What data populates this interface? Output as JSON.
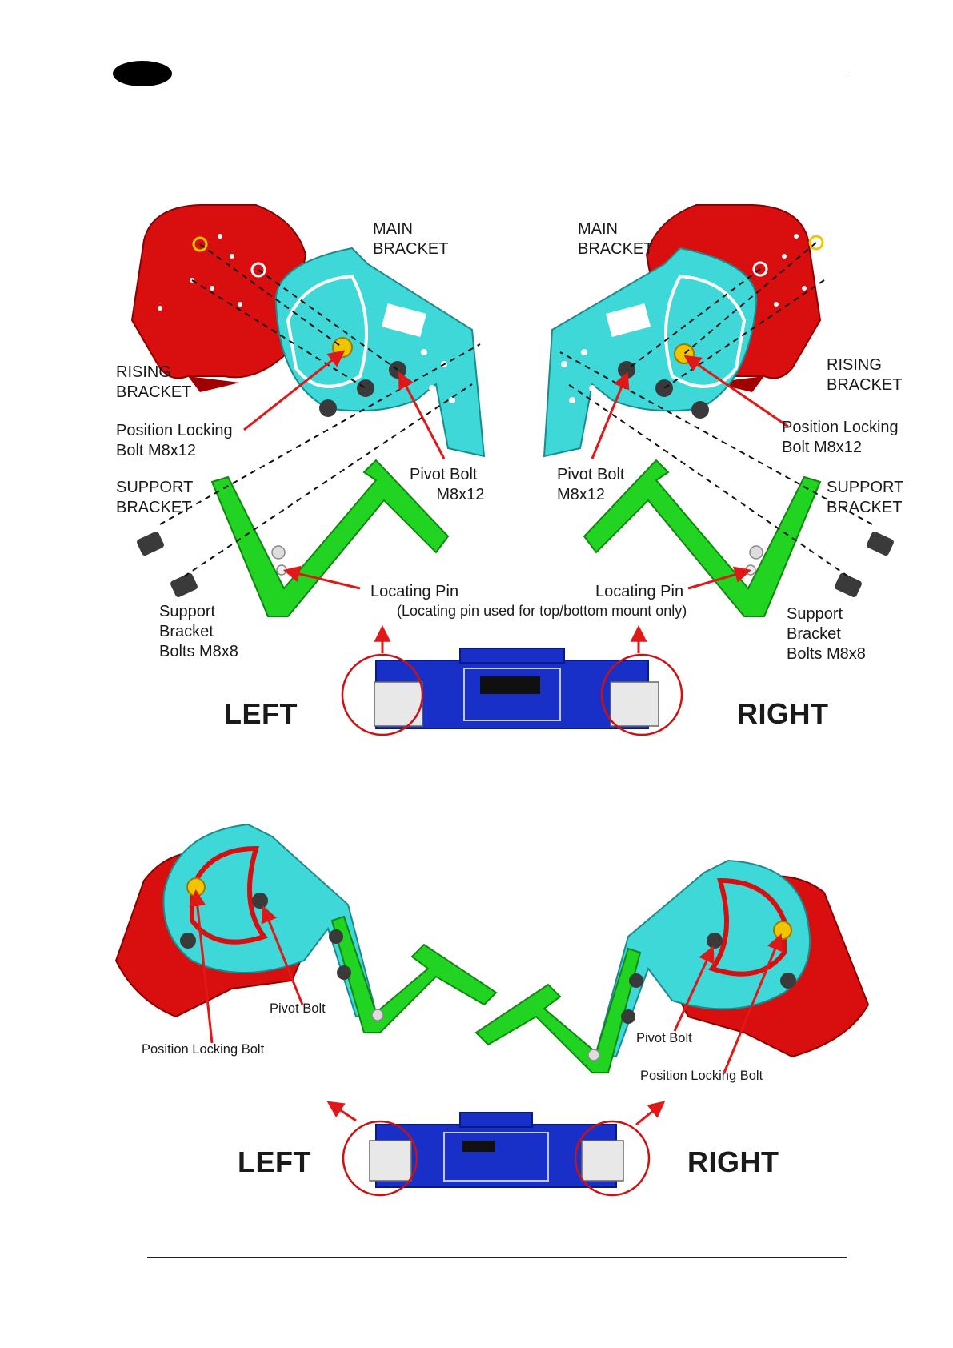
{
  "colors": {
    "rising_bracket": "#d90f0f",
    "main_bracket": "#3fd8d8",
    "support_bracket": "#22d422",
    "scanner_body": "#1830c8",
    "bolt": "#3a3a3a",
    "locking_bolt": "#f2c400",
    "leader_arrow": "#e01818"
  },
  "top_diagram": {
    "left": {
      "main_bracket": "MAIN\nBRACKET",
      "rising_bracket": "RISING\nBRACKET",
      "position_locking_bolt": "Position Locking\nBolt M8x12",
      "support_bracket": "SUPPORT\nBRACKET",
      "pivot_bolt": "Pivot Bolt\n      M8x12",
      "locating_pin": "Locating Pin",
      "support_bracket_bolts": "Support\nBracket\nBolts M8x8",
      "side": "LEFT"
    },
    "right": {
      "main_bracket": "MAIN\nBRACKET",
      "rising_bracket": "RISING\nBRACKET",
      "position_locking_bolt": "Position Locking\nBolt M8x12",
      "support_bracket": "SUPPORT\nBRACKET",
      "pivot_bolt": "Pivot Bolt\nM8x12",
      "locating_pin": "Locating Pin",
      "support_bracket_bolts": "Support\nBracket\nBolts M8x8",
      "side": "RIGHT"
    },
    "locating_pin_note": "(Locating pin used for top/bottom mount only)"
  },
  "bottom_diagram": {
    "left": {
      "pivot_bolt": "Pivot Bolt",
      "position_locking_bolt": "Position Locking Bolt",
      "side": "LEFT"
    },
    "right": {
      "pivot_bolt": "Pivot Bolt",
      "position_locking_bolt": "Position Locking Bolt",
      "side": "RIGHT"
    }
  }
}
